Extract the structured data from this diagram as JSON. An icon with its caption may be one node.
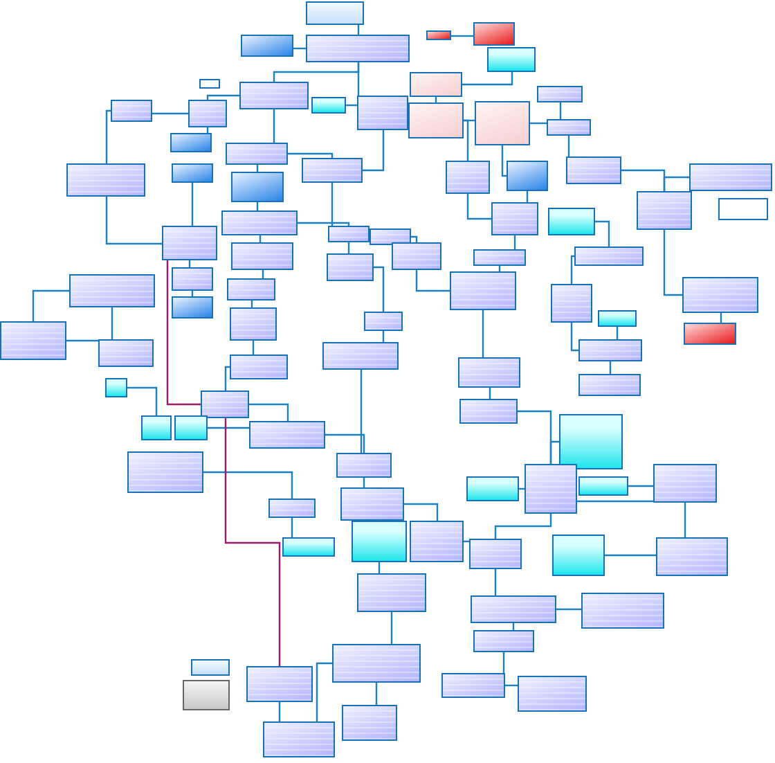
{
  "diagram": {
    "nodes": [
      {
        "text": [],
        "shape": "box"
      },
      {
        "text": [],
        "shape": "box"
      },
      {
        "text": [],
        "shape": "box"
      },
      {
        "text": [],
        "shape": "box"
      },
      {
        "text": [],
        "shape": "box"
      },
      {
        "text": [],
        "shape": "box"
      },
      {
        "text": [],
        "shape": "box"
      },
      {
        "text": [],
        "shape": "box"
      },
      {
        "text": [],
        "shape": "box"
      },
      {
        "text": [],
        "shape": "box"
      },
      {
        "text": [],
        "shape": "box"
      },
      {
        "text": [],
        "shape": "box"
      },
      {
        "text": [],
        "shape": "box"
      },
      {
        "text": [],
        "shape": "box"
      },
      {
        "text": [],
        "shape": "box"
      },
      {
        "text": [],
        "shape": "box"
      },
      {
        "text": [],
        "shape": "box"
      },
      {
        "text": [],
        "shape": "box"
      },
      {
        "text": [],
        "shape": "box"
      },
      {
        "text": [],
        "shape": "box"
      },
      {
        "text": [],
        "shape": "box"
      },
      {
        "text": [],
        "shape": "box"
      },
      {
        "text": [],
        "shape": "box"
      },
      {
        "text": [],
        "shape": "box"
      },
      {
        "text": [],
        "shape": "box"
      },
      {
        "text": [],
        "shape": "box"
      },
      {
        "text": [],
        "shape": "box"
      },
      {
        "text": [],
        "shape": "box"
      },
      {
        "text": [],
        "shape": "box"
      },
      {
        "text": [],
        "shape": "box"
      },
      {
        "text": [],
        "shape": "box"
      },
      {
        "text": [],
        "shape": "box"
      },
      {
        "text": [],
        "shape": "box"
      },
      {
        "text": [],
        "shape": "box"
      },
      {
        "text": [],
        "shape": "box"
      },
      {
        "text": [],
        "shape": "box"
      },
      {
        "text": [],
        "shape": "box"
      },
      {
        "text": [],
        "shape": "box"
      },
      {
        "text": [],
        "shape": "box"
      },
      {
        "text": [],
        "shape": "box"
      },
      {
        "text": [],
        "shape": "box"
      },
      {
        "text": [],
        "shape": "box"
      },
      {
        "text": [],
        "shape": "box"
      },
      {
        "text": [],
        "shape": "box"
      },
      {
        "text": [],
        "shape": "box"
      },
      {
        "text": [],
        "shape": "box"
      },
      {
        "text": [],
        "shape": "box"
      },
      {
        "text": [],
        "shape": "box"
      },
      {
        "text": [],
        "shape": "box"
      },
      {
        "text": [],
        "shape": "box"
      },
      {
        "text": [],
        "shape": "box"
      },
      {
        "text": [],
        "shape": "box"
      },
      {
        "text": [],
        "shape": "box"
      },
      {
        "text": [],
        "shape": "box"
      },
      {
        "text": [],
        "shape": "box"
      },
      {
        "text": [],
        "shape": "box"
      },
      {
        "text": [],
        "shape": "box"
      },
      {
        "text": [],
        "shape": "box"
      },
      {
        "text": [],
        "shape": "box"
      },
      {
        "text": [],
        "shape": "box"
      },
      {
        "text": [],
        "shape": "box"
      },
      {
        "text": [],
        "shape": "box"
      },
      {
        "text": [],
        "shape": "box"
      },
      {
        "text": [],
        "shape": "box"
      },
      {
        "text": [],
        "shape": "box"
      },
      {
        "text": [],
        "shape": "box"
      },
      {
        "text": [],
        "shape": "box"
      },
      {
        "text": [],
        "shape": "box"
      },
      {
        "text": [],
        "shape": "box"
      },
      {
        "text": [],
        "shape": "box"
      },
      {
        "text": [],
        "shape": "box"
      },
      {
        "text": [],
        "shape": "box"
      },
      {
        "text": [],
        "shape": "box"
      },
      {
        "text": [],
        "shape": "box"
      },
      {
        "text": [],
        "shape": "box"
      },
      {
        "text": [],
        "shape": "box"
      },
      {
        "text": [],
        "shape": "box"
      },
      {
        "text": [],
        "shape": "box"
      },
      {
        "text": [],
        "shape": "box"
      },
      {
        "text": [],
        "shape": "box"
      },
      {
        "text": [],
        "shape": "box"
      },
      {
        "text": [],
        "shape": "box"
      },
      {
        "text": [],
        "shape": "box"
      },
      {
        "text": [],
        "shape": "box"
      },
      {
        "text": [],
        "shape": "box"
      },
      {
        "text": [],
        "shape": "box"
      },
      {
        "text": [],
        "shape": "box"
      },
      {
        "text": [],
        "shape": "box"
      },
      {
        "text": [],
        "shape": "box"
      },
      {
        "text": [],
        "shape": "box"
      },
      {
        "text": [],
        "shape": "box"
      }
    ],
    "edges": [
      {
        "from": 2,
        "to": 0,
        "arrow": "none"
      },
      {
        "from": 2,
        "to": 1,
        "arrow": "none"
      },
      {
        "from": 2,
        "to": 12,
        "arrow": "none"
      },
      {
        "from": 2,
        "to": 8,
        "arrow": "none"
      },
      {
        "from": 6,
        "to": 13,
        "arrow": "none"
      },
      {
        "from": 6,
        "to": 5,
        "arrow": "none"
      },
      {
        "from": 8,
        "to": 9,
        "arrow": "none"
      },
      {
        "from": 8,
        "to": 18,
        "arrow": "none"
      },
      {
        "from": 9,
        "to": 10,
        "arrow": "none"
      },
      {
        "from": 9,
        "to": 17,
        "arrow": "none"
      },
      {
        "from": 12,
        "to": 19,
        "arrow": "none"
      },
      {
        "from": 13,
        "to": 14,
        "arrow": "none"
      },
      {
        "from": 13,
        "to": 23,
        "arrow": "none"
      },
      {
        "from": 14,
        "to": 16,
        "arrow": "none"
      },
      {
        "from": 14,
        "to": 24,
        "arrow": "none"
      },
      {
        "from": 15,
        "to": 16,
        "arrow": "none"
      },
      {
        "from": 16,
        "to": 25,
        "arrow": "none"
      },
      {
        "from": 18,
        "to": 19,
        "arrow": "none"
      },
      {
        "from": 18,
        "to": 22,
        "arrow": "none"
      },
      {
        "from": 19,
        "to": 31,
        "arrow": "none"
      },
      {
        "from": 21,
        "to": 10,
        "arrow": "none"
      },
      {
        "from": 21,
        "to": 30,
        "arrow": "none"
      },
      {
        "from": 23,
        "to": 33,
        "arrow": "none"
      },
      {
        "from": 25,
        "to": 26,
        "arrow": "none"
      },
      {
        "from": 26,
        "to": 27,
        "arrow": "none"
      },
      {
        "from": 26,
        "to": 45,
        "arrow": "none"
      },
      {
        "from": 29,
        "to": 35,
        "arrow": "none"
      },
      {
        "from": 29,
        "to": 31,
        "arrow": "none"
      },
      {
        "from": 30,
        "to": 36,
        "arrow": "none"
      },
      {
        "from": 31,
        "to": 37,
        "arrow": "none"
      },
      {
        "from": 32,
        "to": 38,
        "arrow": "none"
      },
      {
        "from": 33,
        "to": 39,
        "arrow": "none"
      },
      {
        "from": 34,
        "to": 40,
        "arrow": "none"
      },
      {
        "from": 35,
        "to": 42,
        "arrow": "none"
      },
      {
        "from": 37,
        "to": 49,
        "arrow": "none"
      },
      {
        "from": 38,
        "to": 43,
        "arrow": "none"
      },
      {
        "from": 39,
        "to": 43,
        "arrow": "none"
      },
      {
        "from": 40,
        "to": 44,
        "arrow": "none"
      },
      {
        "from": 41,
        "to": 47,
        "arrow": "none"
      },
      {
        "from": 41,
        "to": 52,
        "arrow": "none"
      },
      {
        "from": 42,
        "to": 48,
        "arrow": "none"
      },
      {
        "from": 43,
        "to": 54,
        "arrow": "none"
      },
      {
        "from": 44,
        "to": 55,
        "arrow": "none"
      },
      {
        "from": 45,
        "to": 51,
        "arrow": "none"
      },
      {
        "from": 47,
        "to": 52,
        "arrow": "none"
      },
      {
        "from": 48,
        "to": 53,
        "arrow": "none"
      },
      {
        "from": 49,
        "to": 56,
        "arrow": "none"
      },
      {
        "from": 53,
        "to": 60,
        "arrow": "none"
      },
      {
        "from": 54,
        "to": 58,
        "arrow": "none"
      },
      {
        "from": 55,
        "to": 59,
        "arrow": "none"
      },
      {
        "from": 56,
        "to": 66,
        "arrow": "none"
      },
      {
        "from": 57,
        "to": 61,
        "arrow": "none"
      },
      {
        "from": 58,
        "to": 68,
        "arrow": "none"
      },
      {
        "from": 60,
        "to": 63,
        "arrow": "none"
      },
      {
        "from": 62,
        "to": 63,
        "arrow": "none"
      },
      {
        "from": 63,
        "to": 66,
        "arrow": "none"
      },
      {
        "from": 64,
        "to": 68,
        "arrow": "none"
      },
      {
        "from": 65,
        "to": 71,
        "arrow": "none"
      },
      {
        "from": 66,
        "to": 72,
        "arrow": "none"
      },
      {
        "from": 68,
        "to": 70,
        "arrow": "none"
      },
      {
        "from": 68,
        "to": 76,
        "arrow": "none"
      },
      {
        "from": 70,
        "to": 78,
        "arrow": "none"
      },
      {
        "from": 72,
        "to": 74,
        "arrow": "none"
      },
      {
        "from": 73,
        "to": 79,
        "arrow": "none"
      },
      {
        "from": 74,
        "to": 76,
        "arrow": "none"
      },
      {
        "from": 76,
        "to": 80,
        "arrow": "none"
      },
      {
        "from": 77,
        "to": 78,
        "arrow": "none"
      },
      {
        "from": 79,
        "to": 82,
        "arrow": "none"
      },
      {
        "from": 80,
        "to": 81,
        "arrow": "none"
      },
      {
        "from": 80,
        "to": 83,
        "arrow": "none"
      },
      {
        "from": 82,
        "to": 89,
        "arrow": "none"
      },
      {
        "from": 82,
        "to": 90,
        "arrow": "none"
      },
      {
        "from": 83,
        "to": 87,
        "arrow": "none"
      },
      {
        "from": 86,
        "to": 89,
        "arrow": "none"
      },
      {
        "from": 87,
        "to": 88,
        "arrow": "none"
      },
      {
        "from": 71,
        "to": 75,
        "arrow": "none"
      },
      {
        "from": 36,
        "to": 46,
        "arrow": "none"
      },
      {
        "from": 11,
        "to": 12,
        "arrow": "none"
      },
      {
        "from": 3,
        "to": 4,
        "arrow": "none"
      },
      {
        "from": 22,
        "to": 29,
        "arrow": "none"
      },
      {
        "from": 24,
        "to": 33,
        "arrow": "none"
      },
      {
        "from": 50,
        "to": 55,
        "arrow": "none"
      },
      {
        "from": 67,
        "to": 68,
        "arrow": "none"
      },
      {
        "from": 69,
        "to": 70,
        "arrow": "none"
      },
      {
        "from": 20,
        "to": 30,
        "arrow": "none"
      },
      {
        "from": 30,
        "to": 60,
        "arrow": "none",
        "color": "#a0186e"
      },
      {
        "from": 60,
        "to": 86,
        "arrow": "none",
        "color": "#a0186e"
      }
    ]
  }
}
